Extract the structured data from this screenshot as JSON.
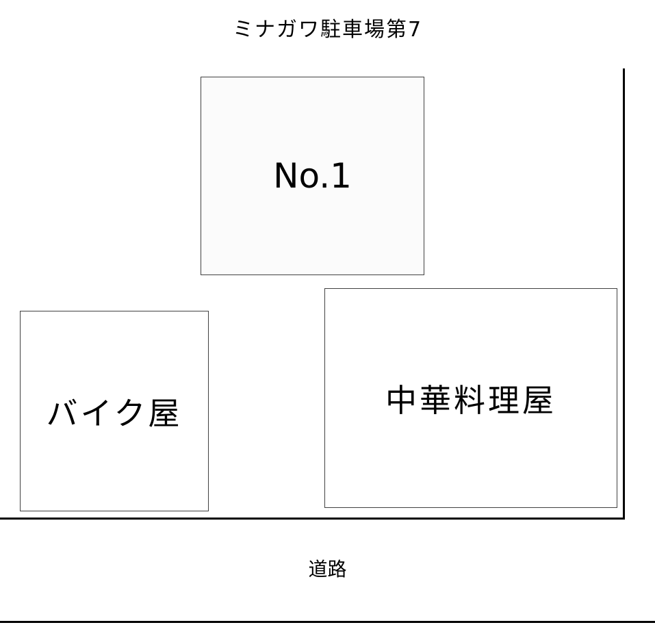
{
  "title": "ミナガワ駐車場第7",
  "areas": {
    "lot_no1": {
      "label": "No.1"
    },
    "bike_shop": {
      "label": "バイク屋"
    },
    "chinese_restaurant": {
      "label": "中華料理屋"
    }
  },
  "road": {
    "label": "道路"
  }
}
